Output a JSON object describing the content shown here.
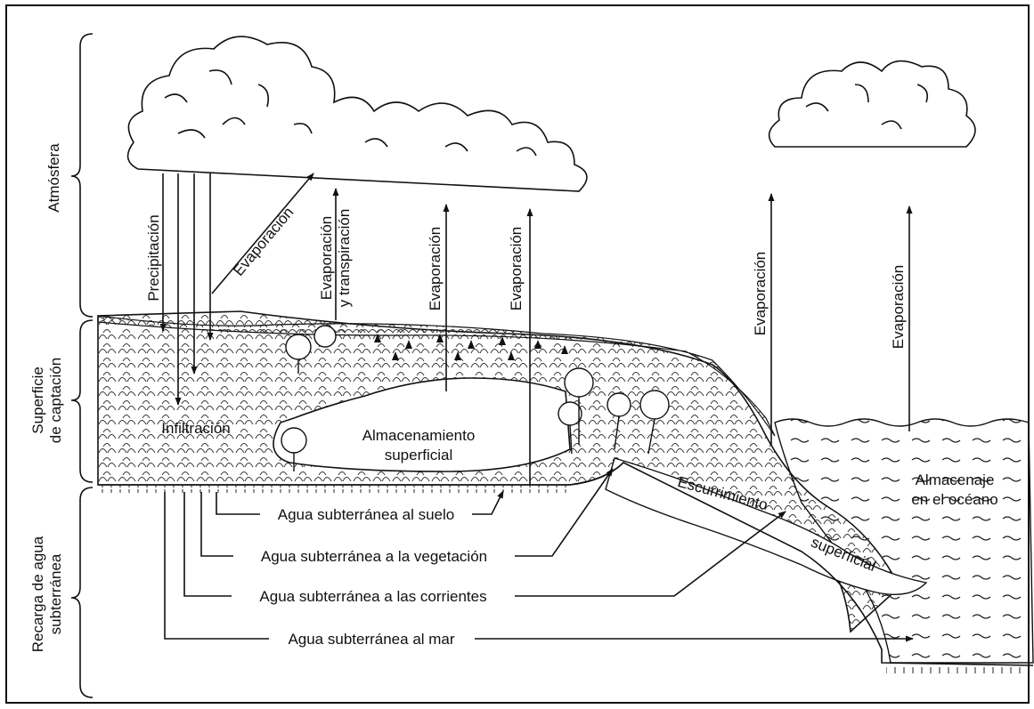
{
  "zones": {
    "atmosphere": "Atmósfera",
    "catchment_line1": "Superficie",
    "catchment_line2": "de captación",
    "recharge_line1": "Recarga de agua",
    "recharge_line2": "subterránea"
  },
  "labels": {
    "precipitation": "Precipitación",
    "evaporation_diag": "Evaporación",
    "evap_transp_line1": "Evaporación",
    "evap_transp_line2": "y transpiración",
    "evaporation_2": "Evaporación",
    "evaporation_3": "Evaporación",
    "evaporation_4": "Evaporación",
    "evaporation_5": "Evaporación",
    "infiltration": "Infiltración",
    "surface_storage_line1": "Almacenamiento",
    "surface_storage_line2": "superficial",
    "runoff_line1": "Escurrimiento",
    "runoff_line2": "superficial",
    "ocean_storage_line1": "Almacenaje",
    "ocean_storage_line2": "en el océano",
    "gw_soil": "Agua subterránea al suelo",
    "gw_vegetation": "Agua subterránea a la vegetación",
    "gw_streams": "Agua subterránea a las corrientes",
    "gw_sea": "Agua subterránea al mar"
  }
}
